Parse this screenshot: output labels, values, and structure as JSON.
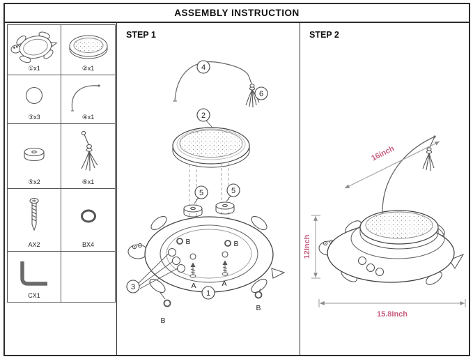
{
  "title": "ASSEMBLY INSTRUCTION",
  "parts": {
    "turtle_base": "①x1",
    "scratch_pad": "②x1",
    "ball": "③x3",
    "wire": "④x1",
    "disc": "⑤x2",
    "tassel": "⑥x1",
    "screw": "AX2",
    "ring": "BX4",
    "allen_key": "CX1"
  },
  "step1": {
    "label": "STEP 1",
    "callouts": {
      "c1": "1",
      "c2": "2",
      "c3": "3",
      "c4": "4",
      "c5": "5",
      "c6": "6"
    },
    "letters": {
      "a": "A",
      "b": "B"
    }
  },
  "step2": {
    "label": "STEP 2",
    "dimensions": {
      "wand": "16inch",
      "height": "12Inch",
      "width": "15.8Inch"
    }
  },
  "colors": {
    "accent": "#c7607f",
    "line": "#444444"
  }
}
